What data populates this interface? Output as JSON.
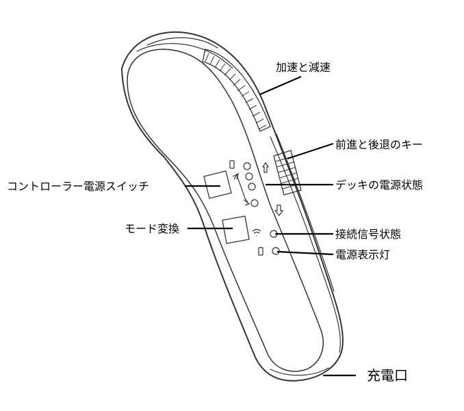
{
  "labels": {
    "accel_decel": "加速と減速",
    "forward_backward_key": "前進と後退のキー",
    "controller_power_switch": "コントローラー電源スイッチ",
    "deck_power_status": "デッキの電源状態",
    "mode_change": "モード変換",
    "connection_signal_status": "接続信号状態",
    "power_indicator": "電源表示灯",
    "charging_port": "充電口"
  },
  "colors": {
    "line": "#000000",
    "outline": "#333333",
    "background": "#ffffff"
  }
}
